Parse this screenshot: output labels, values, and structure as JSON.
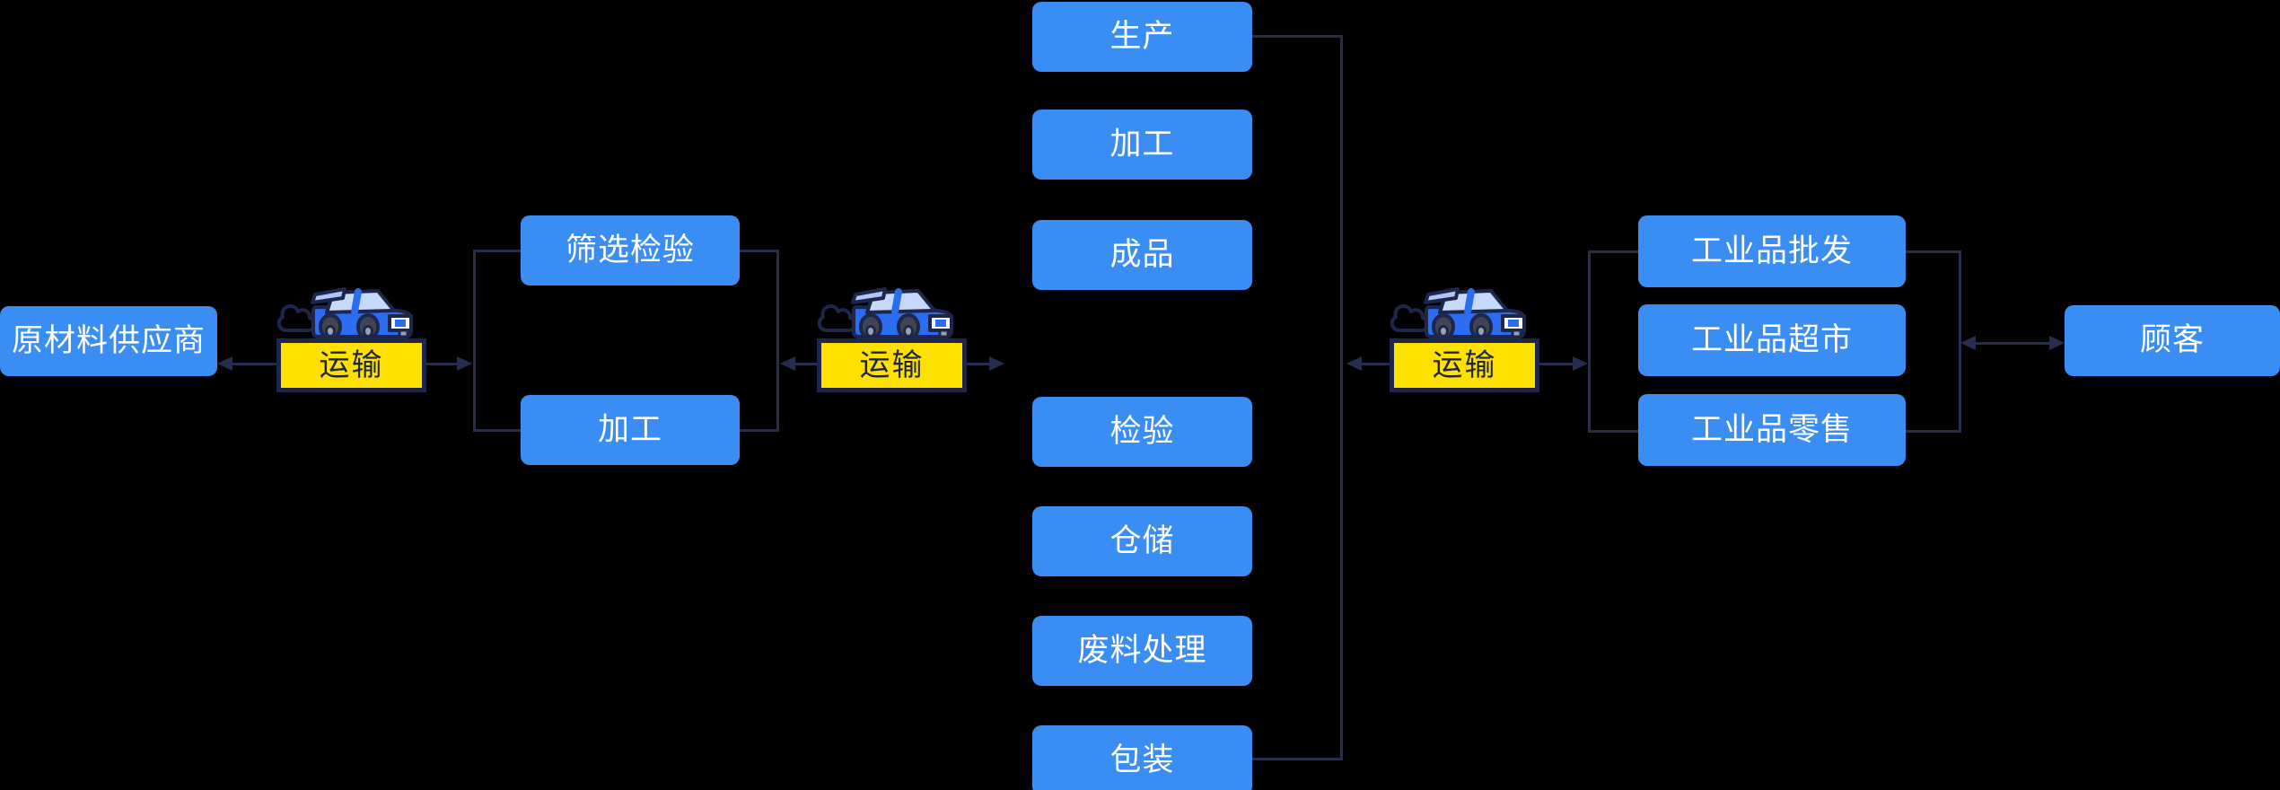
{
  "palette": {
    "background": "#000000",
    "box_blue": "#3a8ef3",
    "transport_yellow": "#ffe100",
    "outline_navy": "#1e2749",
    "connector_navy": "#262d4d",
    "label_on_blue": "#ffffff",
    "label_on_yellow": "#1f2542"
  },
  "diagram": {
    "supplier": {
      "label": "原材料供应商"
    },
    "transports": [
      {
        "label": "运输"
      },
      {
        "label": "运输"
      },
      {
        "label": "运输"
      }
    ],
    "pre_processing": [
      {
        "label": "筛选检验"
      },
      {
        "label": "加工"
      }
    ],
    "factory_stages": [
      {
        "label": "生产"
      },
      {
        "label": "加工"
      },
      {
        "label": "成品"
      },
      {
        "label": "检验"
      },
      {
        "label": "仓储"
      },
      {
        "label": "废料处理"
      },
      {
        "label": "包装"
      }
    ],
    "distribution_channels": [
      {
        "label": "工业品批发"
      },
      {
        "label": "工业品超市"
      },
      {
        "label": "工业品零售"
      }
    ],
    "customer": {
      "label": "顾客"
    }
  }
}
